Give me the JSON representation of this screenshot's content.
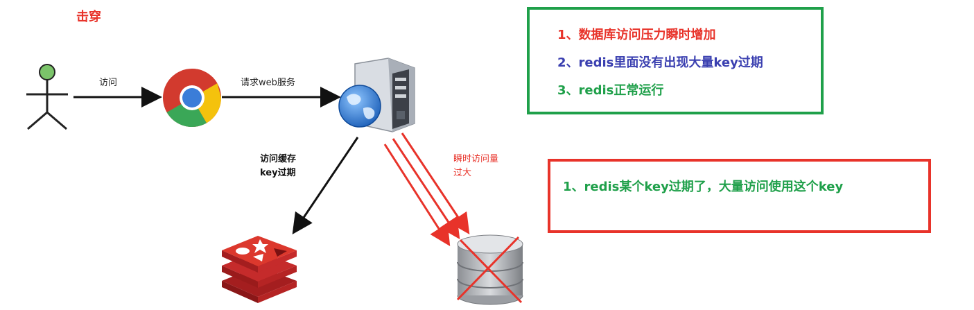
{
  "title": "击穿",
  "labels": {
    "visit": "访问",
    "request_web": "请求web服务",
    "cache_access_line1": "访问缓存",
    "cache_access_line2": "key过期",
    "burst_line1": "瞬时访问量",
    "burst_line2": "过大"
  },
  "green_box": {
    "items": [
      {
        "text": "1、数据库访问压力瞬时增加",
        "color": "#e8332a"
      },
      {
        "text": "2、redis里面没有出现大量key过期",
        "color": "#3a3fb0"
      },
      {
        "text": "3、redis正常运行",
        "color": "#1fa04a"
      }
    ],
    "border_color": "#1fa04a"
  },
  "red_box": {
    "text": "1、redis某个key过期了，大量访问使用这个key",
    "text_color": "#1fa04a",
    "border_color": "#e8332a"
  },
  "icons": [
    "user-stick-figure-icon",
    "chrome-browser-icon",
    "web-server-icon",
    "redis-logo-icon",
    "database-icon",
    "cross-out-icon"
  ]
}
